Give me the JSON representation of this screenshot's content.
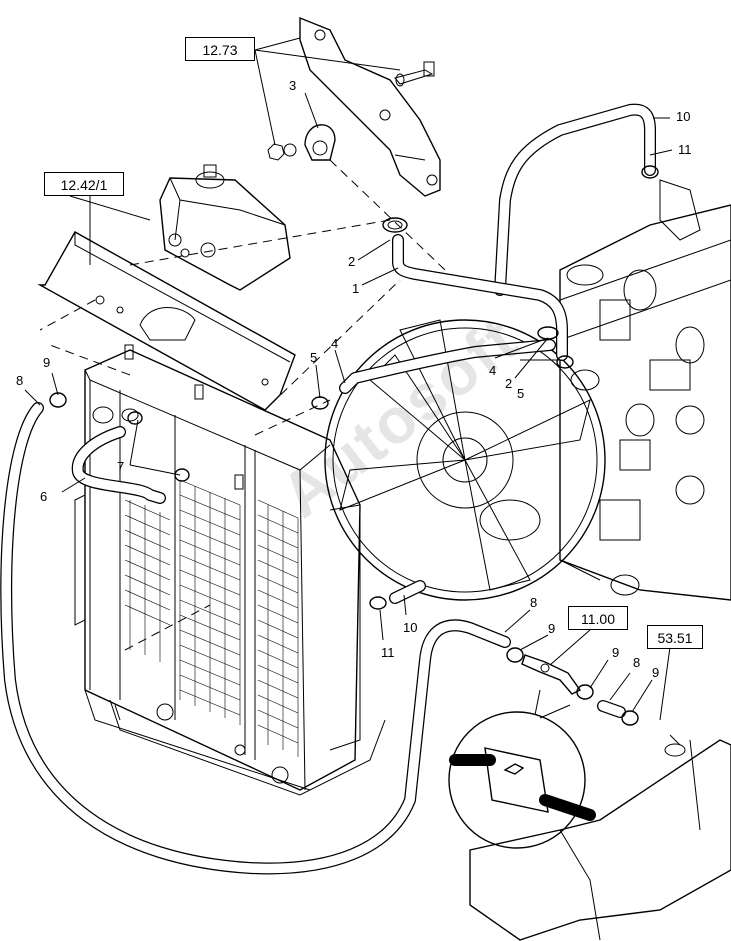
{
  "references": {
    "ref_1273": "12.73",
    "ref_1242": "12.42/1",
    "ref_1100": "11.00",
    "ref_5351": "53.51"
  },
  "callouts": {
    "c_10_top": "10",
    "c_11_top": "11",
    "c_3": "3",
    "c_2_left": "2",
    "c_1": "1",
    "c_4_left": "4",
    "c_4_right": "4",
    "c_2_right": "2",
    "c_5_right": "5",
    "c_5_left": "5",
    "c_9_left": "9",
    "c_8_left": "8",
    "c_7": "7",
    "c_6": "6",
    "c_10_mid": "10",
    "c_11_mid": "11",
    "c_8_mid": "8",
    "c_9_mid": "9",
    "c_9_right": "9",
    "c_8_right": "8",
    "c_9_far": "9"
  },
  "watermark": "Autosoft"
}
